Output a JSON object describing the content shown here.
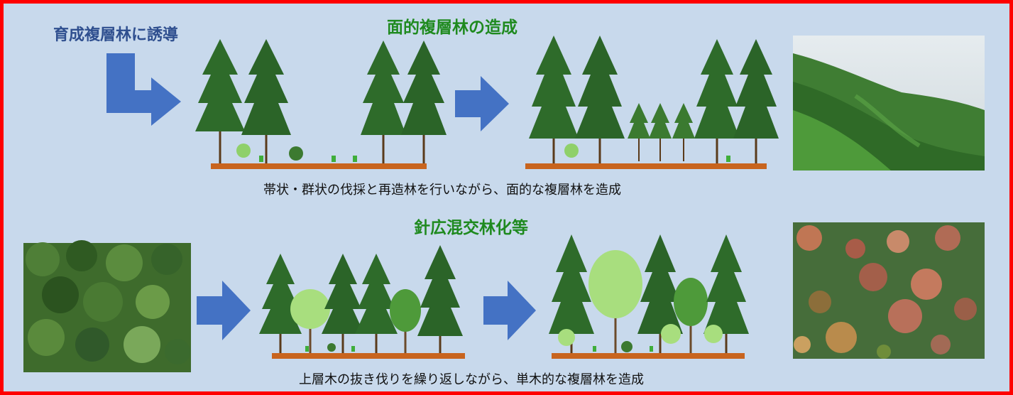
{
  "intro_label": "育成複層林に誘導",
  "row1": {
    "title": "面的複層林の造成",
    "caption": "帯状・群状の伐採と再造林を行いながら、面的な複層林を造成"
  },
  "row2": {
    "title": "針広混交林化等",
    "caption": "上層木の抜き伐りを繰り返しながら、単木的な複層林を造成"
  },
  "colors": {
    "frame": "#ff0000",
    "background": "#c8d9ec",
    "arrow": "#4472c4",
    "ground": "#c8641e",
    "title": "#1f8a1f"
  }
}
